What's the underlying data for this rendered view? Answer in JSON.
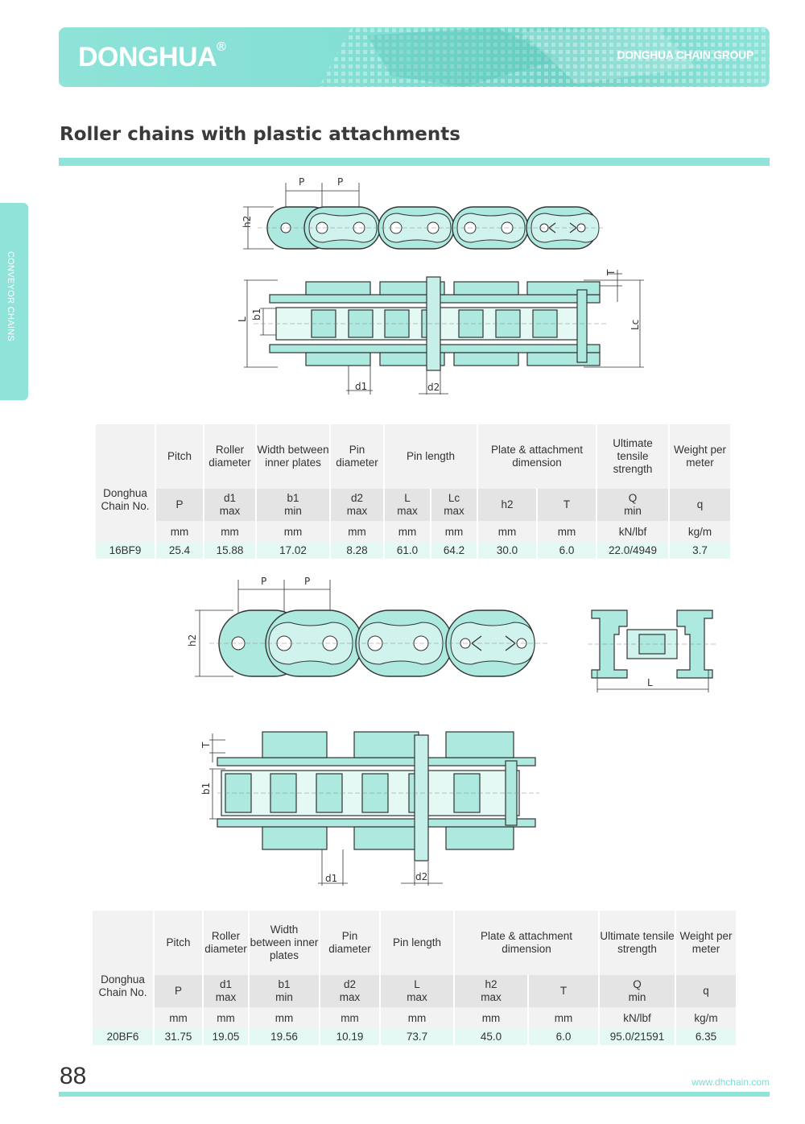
{
  "header": {
    "logo": "DONGHUA",
    "registered_mark": "®",
    "group": "DONGHUA CHAIN GROUP",
    "brand_color": "#8fe3d9"
  },
  "side_tab": {
    "label": "CONVEYOR CHAINS"
  },
  "page_title": "Roller chains with plastic attachments",
  "fig1": {
    "p1": "P",
    "p2": "P",
    "h2": "h2",
    "L": "L",
    "b1": "b1",
    "T": "T",
    "Lc": "Lc",
    "d1": "d1",
    "d2": "d2"
  },
  "fig2": {
    "p1": "P",
    "p2": "P",
    "h2": "h2",
    "L": "L",
    "T": "T",
    "b1": "b1",
    "d1": "d1",
    "d2": "d2"
  },
  "table1": {
    "chain_no": "Donghua Chain No.",
    "h": {
      "pitch": "Pitch",
      "roller": "Roller diameter",
      "width": "Width between inner plates",
      "pin_d": "Pin diameter",
      "pin_l": "Pin length",
      "plate": "Plate & attachment dimension",
      "uts": "Ultimate tensile strength",
      "weight": "Weight per meter"
    },
    "s": {
      "p": "P",
      "d1": "d1",
      "d1_q": "max",
      "b1": "b1",
      "b1_q": "min",
      "d2": "d2",
      "d2_q": "max",
      "L": "L",
      "L_q": "max",
      "Lc": "Lc",
      "Lc_q": "max",
      "h2": "h2",
      "T": "T",
      "Q": "Q",
      "Q_q": "min",
      "q": "q"
    },
    "u": {
      "p": "mm",
      "d1": "mm",
      "b1": "mm",
      "d2": "mm",
      "L": "mm",
      "Lc": "mm",
      "h2": "mm",
      "T": "mm",
      "Q": "kN/lbf",
      "q": "kg/m"
    },
    "row": {
      "no": "16BF9",
      "p": "25.4",
      "d1": "15.88",
      "b1": "17.02",
      "d2": "8.28",
      "L": "61.0",
      "Lc": "64.2",
      "h2": "30.0",
      "T": "6.0",
      "Q": "22.0/4949",
      "q": "3.7"
    }
  },
  "table2": {
    "chain_no": "Donghua Chain No.",
    "h": {
      "pitch": "Pitch",
      "roller": "Roller diameter",
      "width": "Width between inner plates",
      "pin_d": "Pin diameter",
      "pin_l": "Pin length",
      "plate": "Plate & attachment dimension",
      "uts": "Ultimate tensile strength",
      "weight": "Weight per meter"
    },
    "s": {
      "p": "P",
      "d1": "d1",
      "d1_q": "max",
      "b1": "b1",
      "b1_q": "min",
      "d2": "d2",
      "d2_q": "max",
      "L": "L",
      "L_q": "max",
      "h2": "h2",
      "h2_q": "max",
      "T": "T",
      "Q": "Q",
      "Q_q": "min",
      "q": "q"
    },
    "u": {
      "p": "mm",
      "d1": "mm",
      "b1": "mm",
      "d2": "mm",
      "L": "mm",
      "h2": "mm",
      "T": "mm",
      "Q": "kN/lbf",
      "q": "kg/m"
    },
    "row": {
      "no": "20BF6",
      "p": "31.75",
      "d1": "19.05",
      "b1": "19.56",
      "d2": "10.19",
      "L": "73.7",
      "h2": "45.0",
      "T": "6.0",
      "Q": "95.0/21591",
      "q": "6.35"
    }
  },
  "footer": {
    "page_number": "88",
    "url": "www.dhchain.com"
  }
}
